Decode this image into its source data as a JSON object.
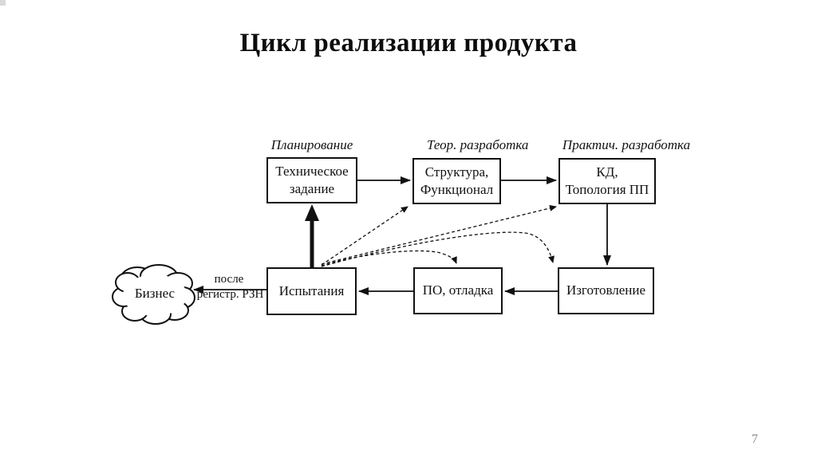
{
  "slide": {
    "title": "Цикл реализации продукта",
    "page_number": "7"
  },
  "diagram": {
    "stage_labels": [
      "Планирование",
      "Теор. разработка",
      "Практич. разработка"
    ],
    "boxes": {
      "tech_task": {
        "line1": "Техническое",
        "line2": "задание"
      },
      "structure": {
        "line1": "Структура,",
        "line2": "Функционал"
      },
      "kd": {
        "line1": "КД,",
        "line2": "Топология ПП"
      },
      "tests": {
        "line1": "Испытания"
      },
      "software": {
        "line1": "ПО, отладка"
      },
      "manufacturing": {
        "line1": "Изготовление"
      }
    },
    "cloud_label": "Бизнес",
    "arrow_label": {
      "line1": "после",
      "line2": "регистр. РЗН"
    }
  },
  "colors": {
    "line": "#111111",
    "background": "#ffffff",
    "page_number": "#8a8a8a"
  }
}
